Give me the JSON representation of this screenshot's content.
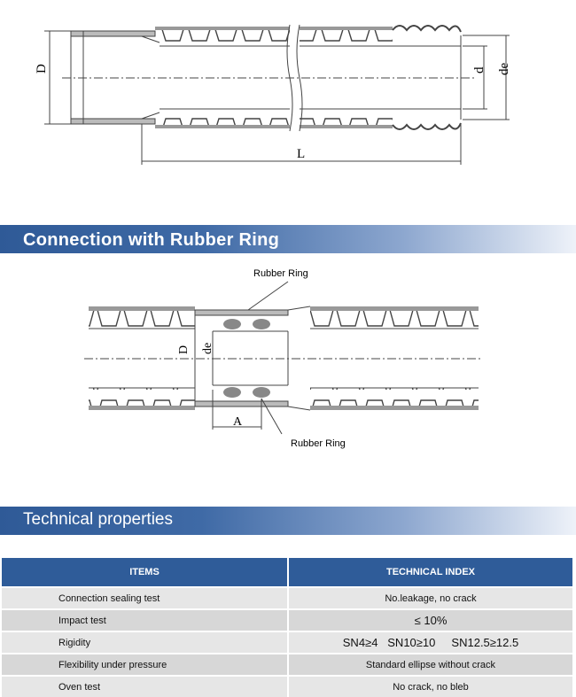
{
  "diagram1": {
    "labels": {
      "D": "D",
      "L": "L",
      "d": "d",
      "de": "de"
    }
  },
  "section1": {
    "title": "Connection with Rubber Ring",
    "labels": {
      "rubber_ring_top": "Rubber Ring",
      "rubber_ring_bottom": "Rubber Ring",
      "D": "D",
      "de": "de",
      "A": "A"
    }
  },
  "section2": {
    "title": "Technical properties"
  },
  "table": {
    "headers": [
      "ITEMS",
      "TECHNICAL INDEX"
    ],
    "rows": [
      {
        "item": "Connection sealing test",
        "value": "No.leakage, no crack"
      },
      {
        "item": "Impact test",
        "value": "≤ 10%"
      },
      {
        "item": "Rigidity",
        "value": "SN4≥4   SN10≥10     SN12.5≥12.5"
      },
      {
        "item": "Flexibility under pressure",
        "value": "Standard ellipse without crack"
      },
      {
        "item": "Oven test",
        "value": "No crack, no bleb"
      }
    ]
  },
  "colors": {
    "banner": "#2f5a97",
    "table_header": "#2f5c99",
    "row_light": "#e6e6e6",
    "row_dark": "#d7d7d7"
  }
}
